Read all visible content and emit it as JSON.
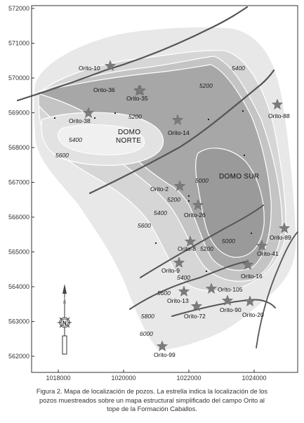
{
  "map": {
    "y_ticks": [
      "572000",
      "571000",
      "570000",
      "569000",
      "568000",
      "567000",
      "566000",
      "565000",
      "564000",
      "563000",
      "562000"
    ],
    "x_ticks": [
      "1018000",
      "1020000",
      "1022000",
      "1024000"
    ],
    "domes": {
      "norte_line1": "DOMO",
      "norte_line2": "NORTE",
      "sur": "DOMO SUR"
    },
    "contour_labels": [
      "5400",
      "5200",
      "5200",
      "5400",
      "5600",
      "5000",
      "5200",
      "5400",
      "5600",
      "5000",
      "5200",
      "5400",
      "5600",
      "5800",
      "6000"
    ],
    "wells": [
      {
        "name": "Orito-10"
      },
      {
        "name": "Orito-36"
      },
      {
        "name": "Orito-35"
      },
      {
        "name": "Orito-38"
      },
      {
        "name": "Orito-14"
      },
      {
        "name": "Orito-88"
      },
      {
        "name": "Orito-2"
      },
      {
        "name": "Orito-26"
      },
      {
        "name": "Orito-89"
      },
      {
        "name": "Orito-8"
      },
      {
        "name": "Orito-41"
      },
      {
        "name": "Orito-9"
      },
      {
        "name": "Orito-16"
      },
      {
        "name": "Orito-13"
      },
      {
        "name": "Orito-105"
      },
      {
        "name": "Orito-72"
      },
      {
        "name": "Orito-90"
      },
      {
        "name": "Orito-20"
      },
      {
        "name": "Orito-99"
      }
    ],
    "north_letter": "N",
    "colors": {
      "outer_fill": "#e6e6e6",
      "middle_fill": "#cdcdcd",
      "inner_fill": "#a9a9a9",
      "fault": "#555555",
      "star": "#7b7b7b"
    }
  },
  "caption": {
    "line1": "Figura 2. Mapa de localización de pozos. La estrella indica la localización de los",
    "line2": "pozos muestreados sobre un mapa estructural simplificado del campo Orito al",
    "line3": "tope de la Formación Caballos."
  }
}
